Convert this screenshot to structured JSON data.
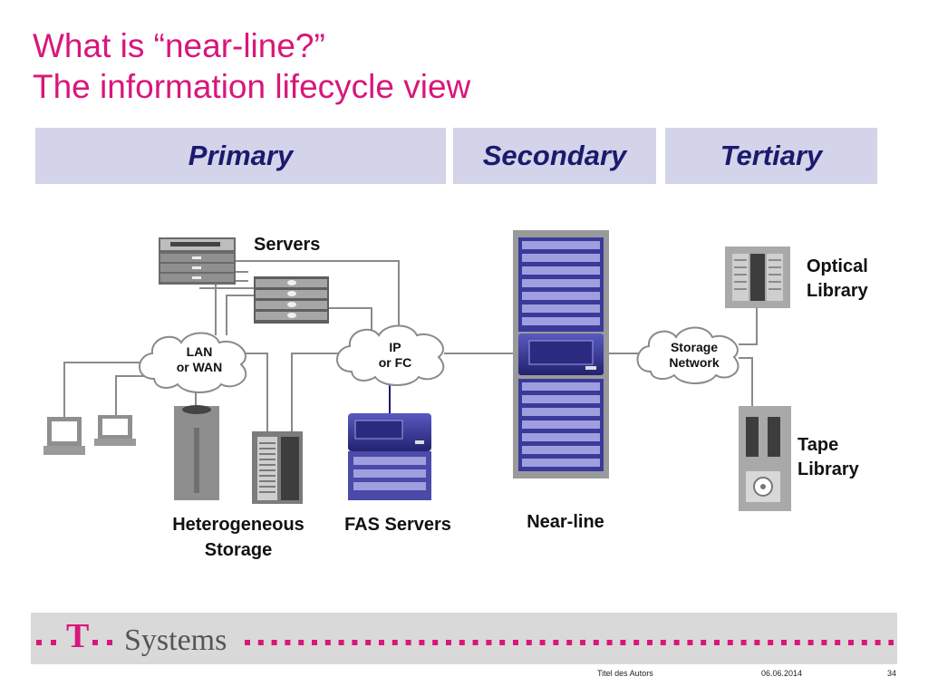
{
  "slide": {
    "title_line1": "What is “near-line?”",
    "title_line2": "The information lifecycle view"
  },
  "tiers": [
    {
      "label": "Primary"
    },
    {
      "label": "Secondary"
    },
    {
      "label": "Tertiary"
    }
  ],
  "diagram": {
    "servers": "Servers",
    "lan": [
      "LAN",
      "or WAN"
    ],
    "ip": [
      "IP",
      "or FC"
    ],
    "storage_network": [
      "Storage",
      "Network"
    ],
    "heterogeneous": [
      "Heterogeneous",
      "Storage"
    ],
    "fas": "FAS Servers",
    "nearline": "Near-line",
    "optical": [
      "Optical",
      "Library"
    ],
    "tape": [
      "Tape",
      "Library"
    ]
  },
  "footer": {
    "brand_letter": "T",
    "brand_name": "Systems",
    "author": "Titel des Autors",
    "date": "06.06.2014",
    "page": "34"
  },
  "colors": {
    "title": "#d9167a",
    "tier_bg": "#d3d3e9",
    "tier_text": "#1a1a6e",
    "brand_magenta": "#d9167a",
    "footer_band": "#d9d9d9",
    "nearline_blue": "#3a3a9a"
  }
}
